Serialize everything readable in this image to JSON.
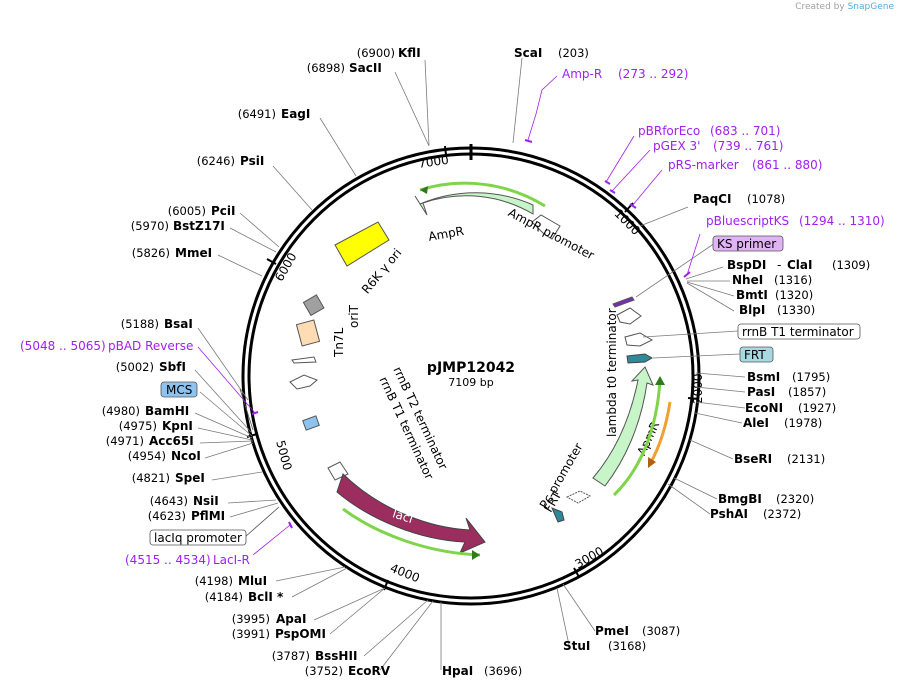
{
  "credit": {
    "prefix": "Created by",
    "brand": "SnapGene"
  },
  "plasmid": {
    "name": "pJMP12042",
    "length": "7109 bp"
  },
  "ticks": [
    "1000",
    "2000",
    "3000",
    "4000",
    "5000",
    "6000",
    "7000"
  ],
  "enzymes_left": [
    {
      "pos": "(6900)",
      "name": "KflI"
    },
    {
      "pos": "(6898)",
      "name": "SacII"
    },
    {
      "pos": "(6491)",
      "name": "EagI"
    },
    {
      "pos": "(6246)",
      "name": "PsiI"
    },
    {
      "pos": "(6005)",
      "name": "PciI"
    },
    {
      "pos": "(5970)",
      "name": "BstZ17I"
    },
    {
      "pos": "(5826)",
      "name": "MmeI"
    },
    {
      "pos": "(5188)",
      "name": "BsaI"
    },
    {
      "pos": "(5002)",
      "name": "SbfI"
    },
    {
      "pos": "(4980)",
      "name": "BamHI"
    },
    {
      "pos": "(4975)",
      "name": "KpnI"
    },
    {
      "pos": "(4971)",
      "name": "Acc65I"
    },
    {
      "pos": "(4954)",
      "name": "NcoI"
    },
    {
      "pos": "(4821)",
      "name": "SpeI"
    },
    {
      "pos": "(4643)",
      "name": "NsiI"
    },
    {
      "pos": "(4623)",
      "name": "PflMI"
    },
    {
      "pos": "(4198)",
      "name": "MluI"
    },
    {
      "pos": "(4184)",
      "name": "BclI *"
    },
    {
      "pos": "(3995)",
      "name": "ApaI"
    },
    {
      "pos": "(3991)",
      "name": "PspOMI"
    },
    {
      "pos": "(3787)",
      "name": "BssHII"
    },
    {
      "pos": "(3752)",
      "name": "EcoRV"
    }
  ],
  "enzymes_right": [
    {
      "name": "ScaI",
      "pos": "(203)"
    },
    {
      "name": "PaqCI",
      "pos": "(1078)"
    },
    {
      "name": "BspDI",
      "sep": "-",
      "name2": "ClaI",
      "pos": "(1309)"
    },
    {
      "name": "NheI",
      "pos": "(1316)"
    },
    {
      "name": "BmtI",
      "pos": "(1320)"
    },
    {
      "name": "BlpI",
      "pos": "(1330)"
    },
    {
      "name": "BsmI",
      "pos": "(1795)"
    },
    {
      "name": "PasI",
      "pos": "(1857)"
    },
    {
      "name": "EcoNI",
      "pos": "(1927)"
    },
    {
      "name": "AleI",
      "pos": "(1978)"
    },
    {
      "name": "BseRI",
      "pos": "(2131)"
    },
    {
      "name": "BmgBI",
      "pos": "(2320)"
    },
    {
      "name": "PshAI",
      "pos": "(2372)"
    },
    {
      "name": "PmeI",
      "pos": "(3087)"
    },
    {
      "name": "StuI",
      "pos": "(3168)"
    },
    {
      "name": "HpaI",
      "pos": "(3696)"
    }
  ],
  "primers": [
    {
      "name": "Amp-R",
      "range": "(273 .. 292)"
    },
    {
      "name": "pBRforEco",
      "range": "(683 .. 701)"
    },
    {
      "name": "pGEX 3'",
      "range": "(739 .. 761)"
    },
    {
      "name": "pRS-marker",
      "range": "(861 .. 880)"
    },
    {
      "name": "pBluescriptKS",
      "range": "(1294 .. 1310)"
    },
    {
      "name": "pBAD Reverse",
      "range": "(5048 .. 5065)"
    },
    {
      "name": "LacI-R",
      "range": "(4515 .. 4534)"
    }
  ],
  "boxed_labels": [
    {
      "text": "KS primer",
      "fill": "#e0b3f5"
    },
    {
      "text": "rrnB T1 terminator",
      "fill": "#ffffff"
    },
    {
      "text": "FRT",
      "fill": "#a8d8e0"
    },
    {
      "text": "MCS",
      "fill": "#8fc3ef"
    },
    {
      "text": "lacIq promoter",
      "fill": "#ffffff"
    }
  ],
  "features": {
    "ampr": "AmpR",
    "ampr_promoter": "AmpR promoter",
    "r6k": "R6K γ ori",
    "orit": "oriT",
    "tn7l": "Tn7L",
    "rrnb_t2": "rrnB T2 terminator",
    "rrnb_t1": "rrnB T1 terminator",
    "laci": "lacI",
    "pc_promoter": "Pc promoter",
    "frt": "FRT",
    "apmr": "ApmR",
    "lambda_t0": "lambda t0 terminator"
  },
  "colors": {
    "backbone": "#000000",
    "ampr_fill": "#c8f5c8",
    "r6k_fill": "#ffff00",
    "laci_fill": "#9b2d5f",
    "orit_fill": "#a0a0a0",
    "tn7l_fill": "#ffdcb4",
    "frt_fill": "#2e8a98",
    "mcs_fill": "#8fc3ef",
    "primer": "#a020f0",
    "orf_green": "#7fd44a",
    "orf_orange": "#f0a030"
  }
}
